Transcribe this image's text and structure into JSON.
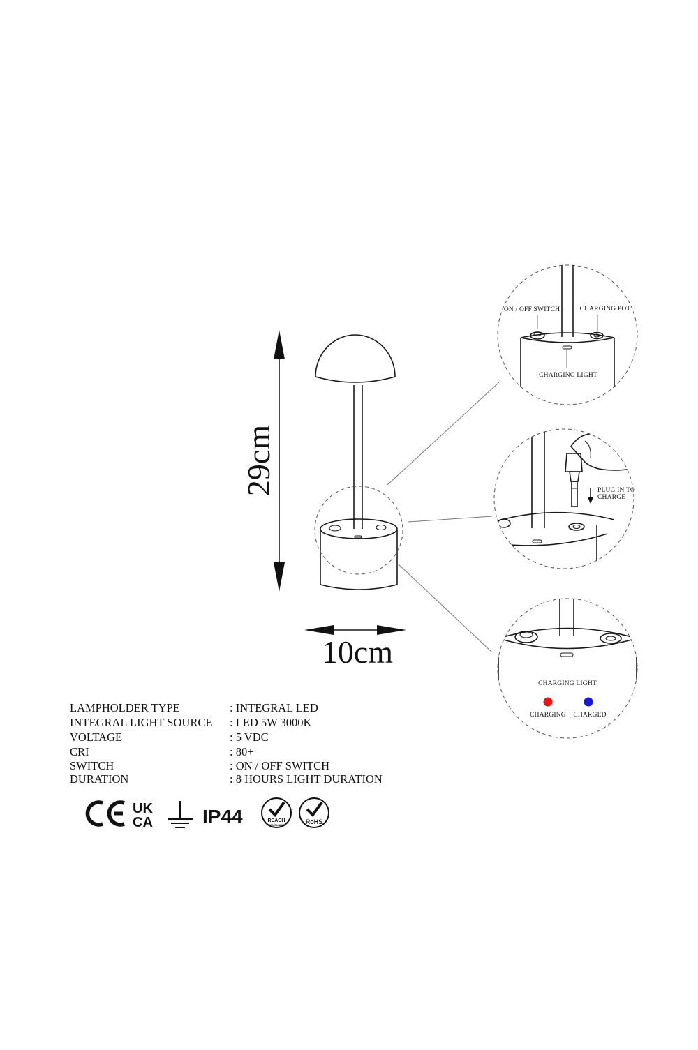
{
  "dimensions": {
    "height": "29cm",
    "width": "10cm"
  },
  "callouts": {
    "switch": "ON / OFF SWITCH",
    "charging_pot": "CHARGING POT",
    "charging_light_top": "CHARGING LIGHT",
    "plug_line1": "PLUG IN TO",
    "plug_line2": "CHARGE",
    "charging_light_bottom": "CHARGING LIGHT",
    "charging": "CHARGING",
    "charged": "CHARGED"
  },
  "indicator_colors": {
    "charging": "#e8161b",
    "charged": "#1a16d6"
  },
  "specs": [
    {
      "label": "LAMPHOLDER TYPE",
      "value": ": INTEGRAL LED"
    },
    {
      "label": "INTEGRAL LIGHT SOURCE",
      "value": ": LED 5W 3000K"
    },
    {
      "label": "VOLTAGE",
      "value": ": 5 VDC"
    },
    {
      "label": "CRI",
      "value": ": 80+"
    },
    {
      "label": "SWITCH",
      "value": ": ON / OFF SWITCH"
    },
    {
      "label": "DURATION",
      "value": ": 8 HOURS LIGHT DURATION"
    }
  ],
  "marks": {
    "ce": "CE",
    "ukca_top": "UK",
    "ukca_bottom": "CA",
    "ip": "IP44",
    "reach": "REACH",
    "reach_sub": "COMPLIANT",
    "rohs": "RoHS"
  }
}
